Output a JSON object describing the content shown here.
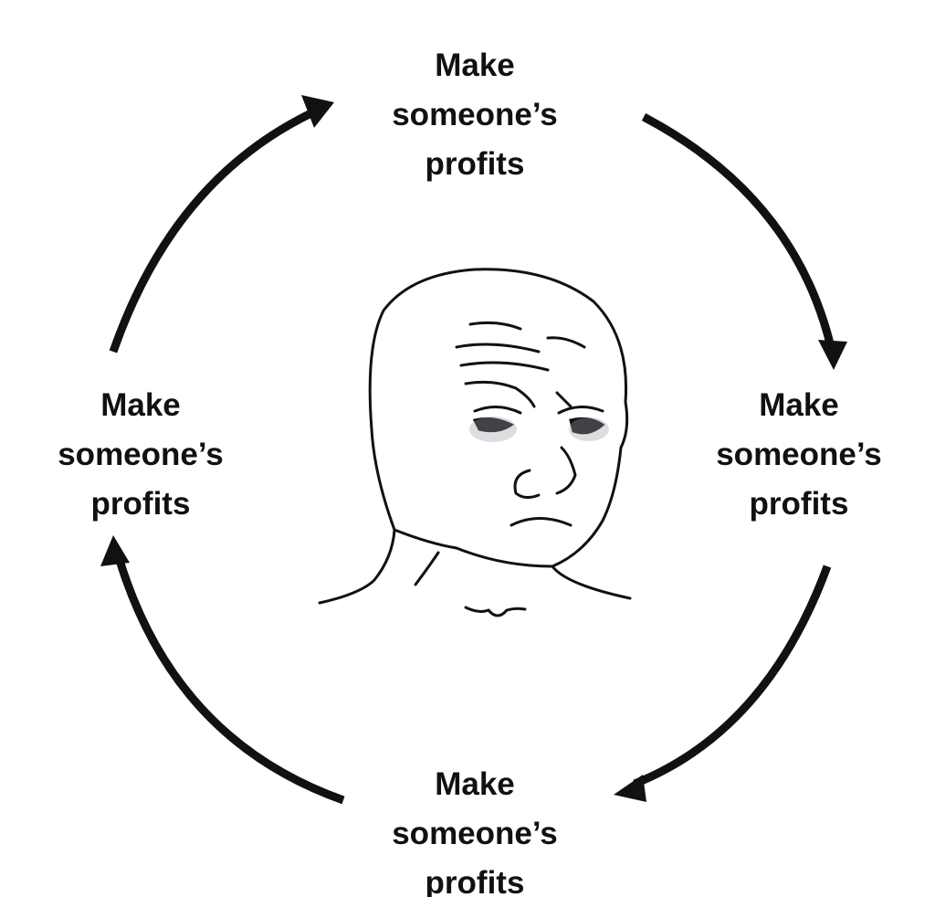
{
  "diagram": {
    "type": "cycle",
    "nodes": [
      {
        "position": "top",
        "lines": [
          "Make",
          "someone’s",
          "profits"
        ]
      },
      {
        "position": "right",
        "lines": [
          "Make",
          "someone’s",
          "profits"
        ]
      },
      {
        "position": "bottom",
        "lines": [
          "Make",
          "someone’s",
          "profits"
        ]
      },
      {
        "position": "left",
        "lines": [
          "Make",
          "someone’s",
          "profits"
        ]
      }
    ],
    "direction": "clockwise",
    "center_image": "sad-wojak-face",
    "stroke_color": "#111111"
  }
}
